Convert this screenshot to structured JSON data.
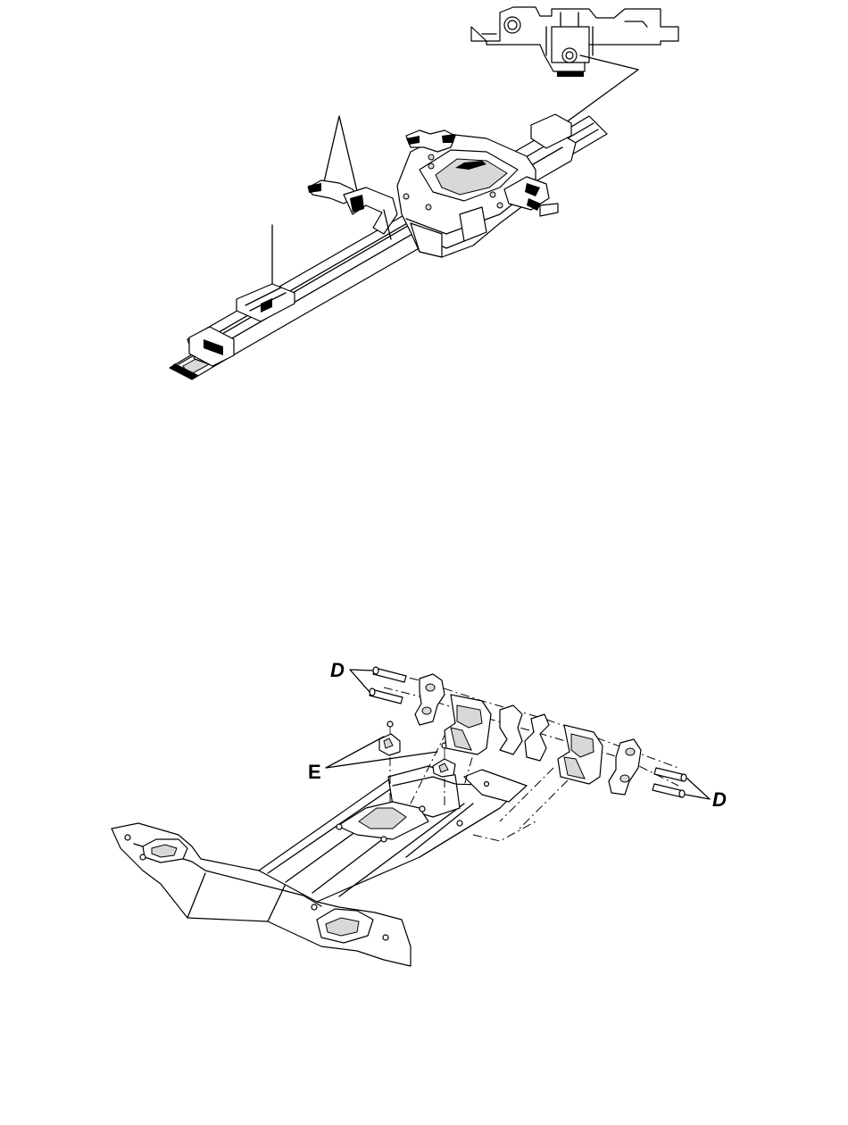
{
  "figure_top": {
    "callouts": []
  },
  "figure_bottom": {
    "callout_d_top": "D",
    "callout_d_right": "D",
    "callout_e": "E"
  },
  "colors": {
    "line": "#000000",
    "fill_gray": "#d8d8d8",
    "background": "#ffffff"
  }
}
